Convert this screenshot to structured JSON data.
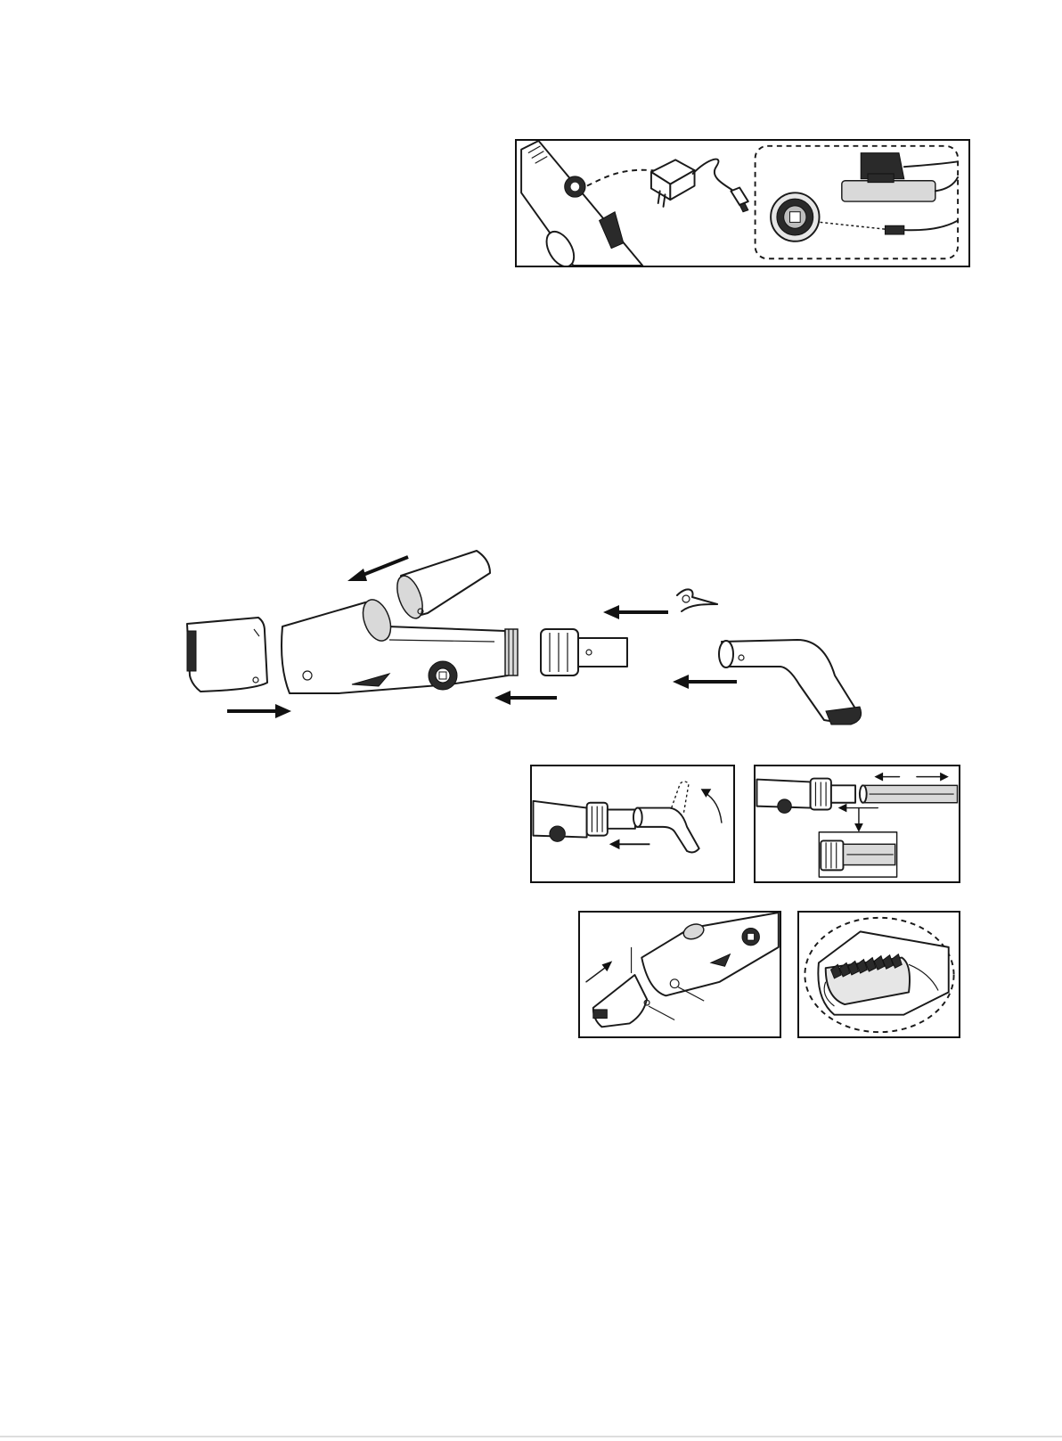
{
  "document": {
    "figures": [
      {
        "id": "charging-figure",
        "icons": [
          "handle-icon",
          "charging-port-icon",
          "wall-charger-icon",
          "usb-plug-icon",
          "power-bank-icon",
          "port-closeup-icon"
        ]
      },
      {
        "id": "assembly-figure",
        "icons": [
          "brush-head-icon",
          "nozzle-cap-icon",
          "main-body-icon",
          "lock-nut-icon",
          "connector-tube-icon",
          "clip-icon",
          "handle-grip-icon"
        ]
      },
      {
        "id": "handle-attach-figure",
        "icons": [
          "main-body-icon",
          "bent-handle-icon",
          "rotate-arrow-icon"
        ]
      },
      {
        "id": "extension-pole-figure",
        "icons": [
          "main-body-icon",
          "extension-pole-icon",
          "detail-inset-icon"
        ]
      },
      {
        "id": "brush-attach-figure",
        "icons": [
          "main-body-icon",
          "brush-head-icon"
        ]
      },
      {
        "id": "brush-detail-figure",
        "icons": [
          "brush-bristles-icon"
        ]
      }
    ]
  }
}
